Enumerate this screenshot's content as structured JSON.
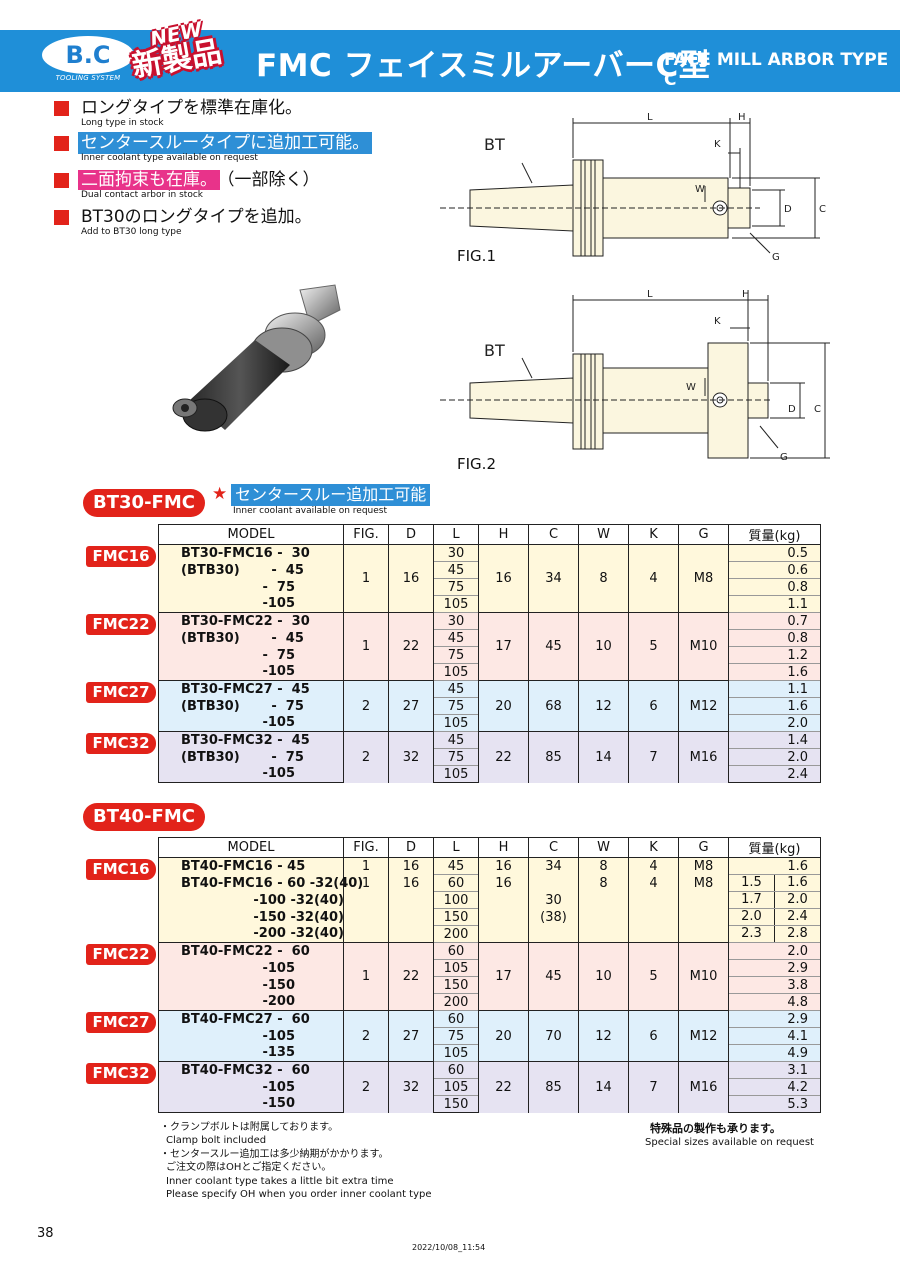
{
  "header": {
    "logo_text": "B.C",
    "logo_subtext": "TOOLING SYSTEM",
    "new_badge": "NEW",
    "new_product": "新製品",
    "title": "FMC フェイスミルアーバーC型",
    "title_en": "FACE MILL ARBOR TYPE C"
  },
  "features": [
    {
      "jp": "ロングタイプを標準在庫化。",
      "en": "Long type in stock",
      "highlight": "none"
    },
    {
      "jp": "センタースルータイプに追加工可能。",
      "en": "Inner coolant type available on request",
      "highlight": "blue"
    },
    {
      "jp": "二面拘束も在庫。",
      "jp_suffix": "（一部除く）",
      "en": "Dual contact arbor in stock",
      "highlight": "pink"
    },
    {
      "jp": "BT30のロングタイプを追加。",
      "en": "Add to BT30 long type",
      "highlight": "none"
    }
  ],
  "figures": {
    "fig1_label": "FIG.1",
    "fig2_label": "FIG.2",
    "dims": {
      "bt": "BT",
      "l": "L",
      "h": "H",
      "k": "K",
      "w": "W",
      "d": "D",
      "c": "C",
      "g": "G"
    }
  },
  "bt30": {
    "section_label": "BT30-FMC",
    "coolant_jp": "センタースルー追加工可能",
    "coolant_en": "Inner coolant available on request",
    "headers": [
      "MODEL",
      "FIG.",
      "D",
      "L",
      "H",
      "C",
      "W",
      "K",
      "G",
      "質量(kg)"
    ],
    "groups": [
      {
        "tab": "FMC16",
        "fig": "1",
        "d": "16",
        "h": "16",
        "c": "34",
        "w": "8",
        "k": "4",
        "g": "M8",
        "rows": [
          {
            "model": "BT30-FMC16 -  30",
            "l": "30",
            "wt": "0.5"
          },
          {
            "model": "(BTB30)       -  45",
            "l": "45",
            "wt": "0.6"
          },
          {
            "model": "                  -  75",
            "l": "75",
            "wt": "0.8"
          },
          {
            "model": "                  -105",
            "l": "105",
            "wt": "1.1"
          }
        ]
      },
      {
        "tab": "FMC22",
        "fig": "1",
        "d": "22",
        "h": "17",
        "c": "45",
        "w": "10",
        "k": "5",
        "g": "M10",
        "rows": [
          {
            "model": "BT30-FMC22 -  30",
            "l": "30",
            "wt": "0.7"
          },
          {
            "model": "(BTB30)       -  45",
            "l": "45",
            "wt": "0.8"
          },
          {
            "model": "                  -  75",
            "l": "75",
            "wt": "1.2"
          },
          {
            "model": "                  -105",
            "l": "105",
            "wt": "1.6"
          }
        ]
      },
      {
        "tab": "FMC27",
        "fig": "2",
        "d": "27",
        "h": "20",
        "c": "68",
        "w": "12",
        "k": "6",
        "g": "M12",
        "rows": [
          {
            "model": "BT30-FMC27 -  45",
            "l": "45",
            "wt": "1.1"
          },
          {
            "model": "(BTB30)       -  75",
            "l": "75",
            "wt": "1.6"
          },
          {
            "model": "                  -105",
            "l": "105",
            "wt": "2.0"
          }
        ]
      },
      {
        "tab": "FMC32",
        "fig": "2",
        "d": "32",
        "h": "22",
        "c": "85",
        "w": "14",
        "k": "7",
        "g": "M16",
        "rows": [
          {
            "model": "BT30-FMC32 -  45",
            "l": "45",
            "wt": "1.4"
          },
          {
            "model": "(BTB30)       -  75",
            "l": "75",
            "wt": "2.0"
          },
          {
            "model": "                  -105",
            "l": "105",
            "wt": "2.4"
          }
        ]
      }
    ]
  },
  "bt40": {
    "section_label": "BT40-FMC",
    "headers": [
      "MODEL",
      "FIG.",
      "D",
      "L",
      "H",
      "C",
      "W",
      "K",
      "G",
      "質量(kg)"
    ],
    "groups": [
      {
        "tab": "FMC16",
        "rows": [
          {
            "model": "BT40-FMC16 - 45",
            "fig": "1",
            "d": "16",
            "l": "45",
            "h": "16",
            "c": "34",
            "w": "8",
            "k": "4",
            "g": "M8",
            "wt": "1.6"
          },
          {
            "model": "BT40-FMC16 - 60 -32(40)",
            "fig": "1",
            "d": "16",
            "l": "60",
            "h": "16",
            "c": "",
            "w": "8",
            "k": "4",
            "g": "M8",
            "wt_a": "1.5",
            "wt_b": "1.6"
          },
          {
            "model": "                -100 -32(40)",
            "fig": "",
            "d": "",
            "l": "100",
            "h": "",
            "c": "30",
            "w": "",
            "k": "",
            "g": "",
            "wt_a": "1.7",
            "wt_b": "2.0"
          },
          {
            "model": "                -150 -32(40)",
            "fig": "",
            "d": "",
            "l": "150",
            "h": "",
            "c": "(38)",
            "w": "",
            "k": "",
            "g": "",
            "wt_a": "2.0",
            "wt_b": "2.4"
          },
          {
            "model": "                -200 -32(40)",
            "fig": "",
            "d": "",
            "l": "200",
            "h": "",
            "c": "",
            "w": "",
            "k": "",
            "g": "",
            "wt_a": "2.3",
            "wt_b": "2.8"
          }
        ]
      },
      {
        "tab": "FMC22",
        "fig": "1",
        "d": "22",
        "h": "17",
        "c": "45",
        "w": "10",
        "k": "5",
        "g": "M10",
        "rows": [
          {
            "model": "BT40-FMC22 -  60",
            "l": "60",
            "wt": "2.0"
          },
          {
            "model": "                  -105",
            "l": "105",
            "wt": "2.9"
          },
          {
            "model": "                  -150",
            "l": "150",
            "wt": "3.8"
          },
          {
            "model": "                  -200",
            "l": "200",
            "wt": "4.8"
          }
        ]
      },
      {
        "tab": "FMC27",
        "fig": "2",
        "d": "27",
        "h": "20",
        "c": "70",
        "w": "12",
        "k": "6",
        "g": "M12",
        "rows": [
          {
            "model": "BT40-FMC27 -  60",
            "l": "60",
            "wt": "2.9"
          },
          {
            "model": "                  -105",
            "l": "75",
            "wt": "4.1"
          },
          {
            "model": "                  -135",
            "l": "105",
            "wt": "4.9"
          }
        ]
      },
      {
        "tab": "FMC32",
        "fig": "2",
        "d": "32",
        "h": "22",
        "c": "85",
        "w": "14",
        "k": "7",
        "g": "M16",
        "rows": [
          {
            "model": "BT40-FMC32 -  60",
            "l": "60",
            "wt": "3.1"
          },
          {
            "model": "                  -105",
            "l": "105",
            "wt": "4.2"
          },
          {
            "model": "                  -150",
            "l": "150",
            "wt": "5.3"
          }
        ]
      }
    ]
  },
  "notes": {
    "left": [
      "・クランプボルトは附属しております。",
      "Clamp bolt included",
      "・センタースルー追加工は多少納期がかかります。",
      "ご注文の際はOHとご指定ください。",
      "Inner coolant type takes a little bit extra time",
      "Please specify OH when you order inner coolant type"
    ],
    "right_jp": "特殊品の製作も承ります。",
    "right_en": "Special sizes available on request"
  },
  "footer": {
    "page_number": "38",
    "timestamp": "2022/10/08_11:54"
  }
}
